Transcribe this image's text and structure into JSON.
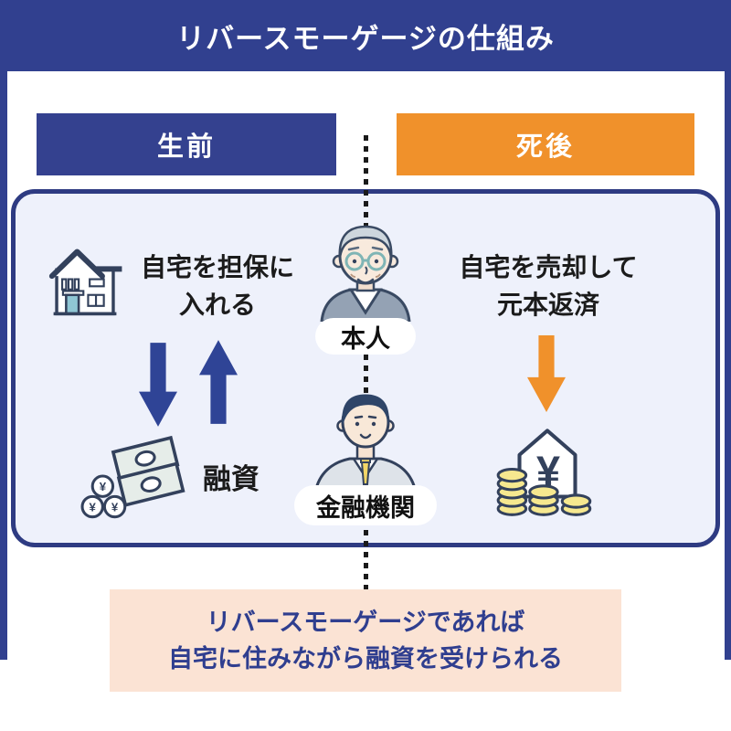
{
  "title": "リバースモーゲージの仕組み",
  "phases": {
    "before_label": "生前",
    "after_label": "死後"
  },
  "left": {
    "line1": "自宅を担保に",
    "line2": "入れる",
    "loan_label": "融資"
  },
  "center": {
    "person_label": "本人",
    "institution_label": "金融機関"
  },
  "right": {
    "line1": "自宅を売却して",
    "line2": "元本返済"
  },
  "note": {
    "line1": "リバースモーゲージであれば",
    "line2": "自宅に住みながら融資を受けられる"
  },
  "symbols": {
    "yen": "¥"
  },
  "colors": {
    "primary_blue": "#31408F",
    "accent_orange": "#F0912B",
    "panel_bg": "#EEF1FB",
    "panel_border": "#2E3B82",
    "note_bg": "#FBE3D4",
    "note_text": "#2F3E8F",
    "arrow_blue": "#2F4496",
    "outline_navy": "#33415C"
  }
}
